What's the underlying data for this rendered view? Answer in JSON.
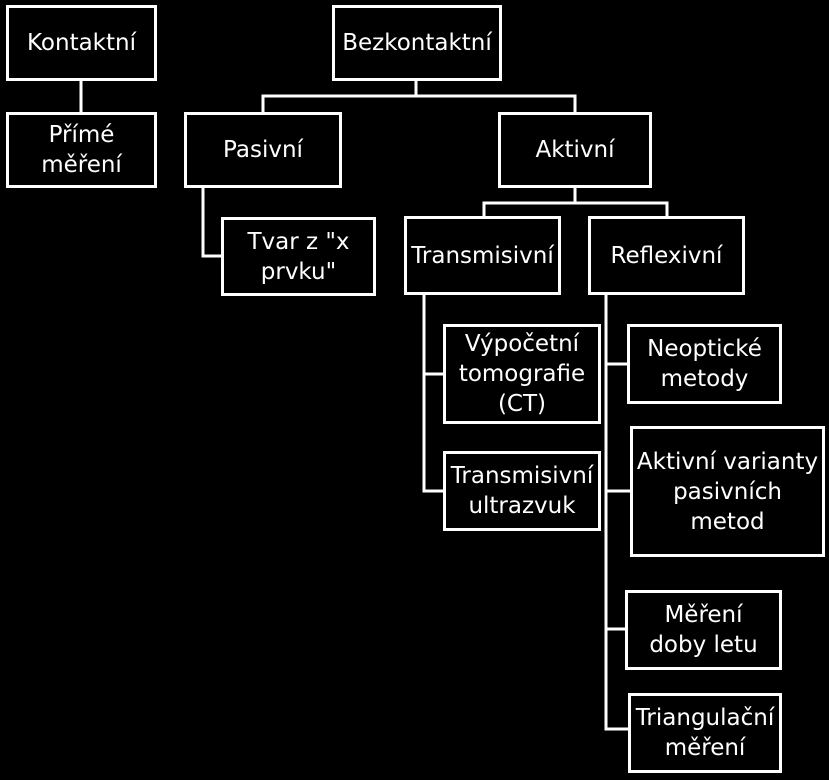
{
  "diagram": {
    "nodes": {
      "kontaktni": "Kontaktní",
      "prime_mereni": "Přímé\nměření",
      "bezkontaktni": "Bezkontaktní",
      "pasivni": "Pasivní",
      "aktivni": "Aktivní",
      "tvar_z_x": "Tvar z \"x\nprvku\"",
      "transmisivni": "Transmisivní",
      "reflexivni": "Reflexivní",
      "ct": "Výpočetní\ntomografie\n(CT)",
      "ultrazvuk": "Transmisivní\nultrazvuk",
      "neopticke": "Neoptické\nmetody",
      "aktivni_varianty": "Aktivní varianty\npasivních\nmetod",
      "doby_letu": "Měření\ndoby letu",
      "triangulacni": "Triangulační\nměření"
    },
    "colors": {
      "background": "#000000",
      "line": "#ffffff",
      "text": "#ffffff"
    }
  }
}
